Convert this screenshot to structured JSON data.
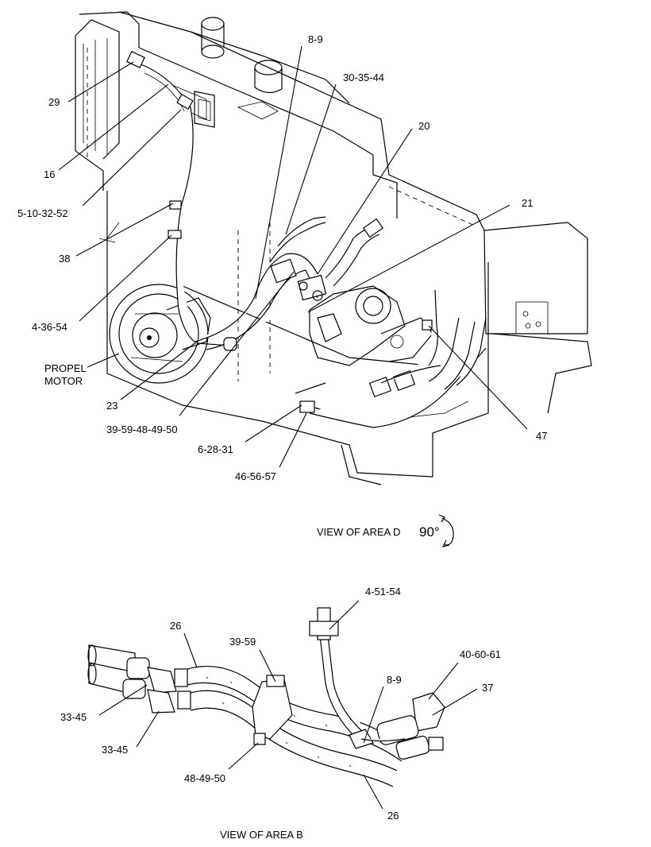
{
  "view_d": {
    "callouts": [
      "29",
      "16",
      "5-10-32-52",
      "38",
      "4-36-54",
      "8-9",
      "30-35-44",
      "20",
      "21",
      "23",
      "39-59-48-49-50",
      "6-28-31",
      "46-56-57",
      "47"
    ],
    "propel_motor_line1": "PROPEL",
    "propel_motor_line2": "MOTOR",
    "caption": "VIEW OF AREA  D",
    "rotation": "90°",
    "rotation_icon": "rotate-arrow-icon"
  },
  "view_b": {
    "callouts": [
      "26",
      "39-59",
      "4-51-54",
      "40-60-61",
      "8-9",
      "37",
      "33-45",
      "33-45",
      "48-49-50",
      "26"
    ],
    "caption": "VIEW OF AREA  B"
  }
}
